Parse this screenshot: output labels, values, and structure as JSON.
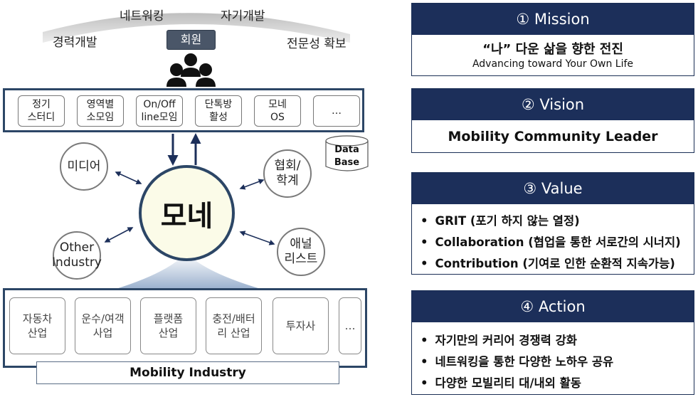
{
  "diagram": {
    "arc_labels": {
      "networking": "네트워킹",
      "self_dev": "자기개발",
      "career": "경력개발",
      "expertise": "전문성 확보"
    },
    "member_label": "회원",
    "activities": [
      "정기\n스터디",
      "영역별\n소모임",
      "On/Off\nline모임",
      "단톡방\n활성",
      "모네\nOS",
      "…"
    ],
    "database_label": "Data\nBase",
    "core_label": "모네",
    "satellites": {
      "media": "미디어",
      "association": "협회/\n학계",
      "other_industry": "Other\nIndustry",
      "analyst": "애널\n리스트"
    },
    "industries": [
      "자동차\n산업",
      "운수/여객\n사업",
      "플랫폼\n산업",
      "충전/배터\n리 산업",
      "투자사",
      "…"
    ],
    "industry_label": "Mobility Industry",
    "colors": {
      "navy": "#1c2f5a",
      "frame": "#2c4666",
      "core_fill": "#fbfbe8",
      "badge": "#4a5668"
    }
  },
  "panels": {
    "mission": {
      "title": "① Mission",
      "main": "“나” 다운 삶을 향한 전진",
      "sub": "Advancing toward Your Own Life"
    },
    "vision": {
      "title": "② Vision",
      "main": "Mobility Community Leader"
    },
    "value": {
      "title": "③ Value",
      "items": [
        "GRIT (포기 하지 않는 열정)",
        "Collaboration (협업을 통한 서로간의 시너지)",
        "Contribution (기여로 인한 순환적 지속가능)"
      ]
    },
    "action": {
      "title": "④ Action",
      "items": [
        "자기만의 커리어 경쟁력 강화",
        "네트워킹을 통한 다양한 노하우 공유",
        "다양한 모빌리티 대/내외 활동"
      ]
    }
  }
}
